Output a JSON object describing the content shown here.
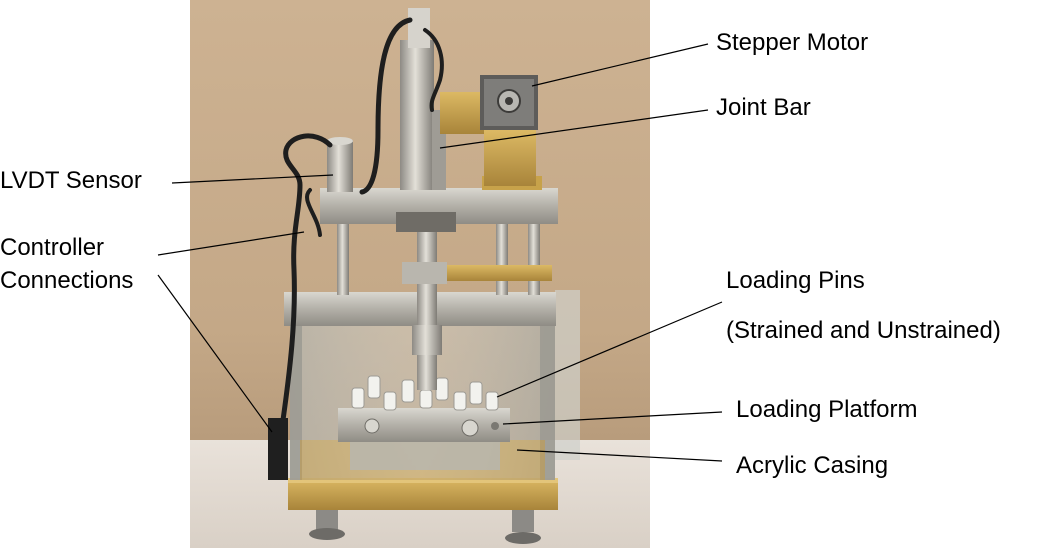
{
  "annotations": {
    "stepper_motor": "Stepper Motor",
    "joint_bar": "Joint Bar",
    "lvdt_sensor": "LVDT Sensor",
    "controller_connections_line1": "Controller",
    "controller_connections_line2": "Connections",
    "loading_pins": "Loading Pins",
    "loading_pins_note": "(Strained  and Unstrained)",
    "loading_platform": "Loading Platform",
    "acrylic_casing": "Acrylic Casing"
  },
  "colors": {
    "background_wall": "#c9ad8e",
    "table_surface": "#e4dcd2",
    "anodized_gold": "#c9a24a",
    "steel": "#b9b6ae",
    "acrylic": "#c8ccca",
    "cable": "#1e1e1e"
  }
}
